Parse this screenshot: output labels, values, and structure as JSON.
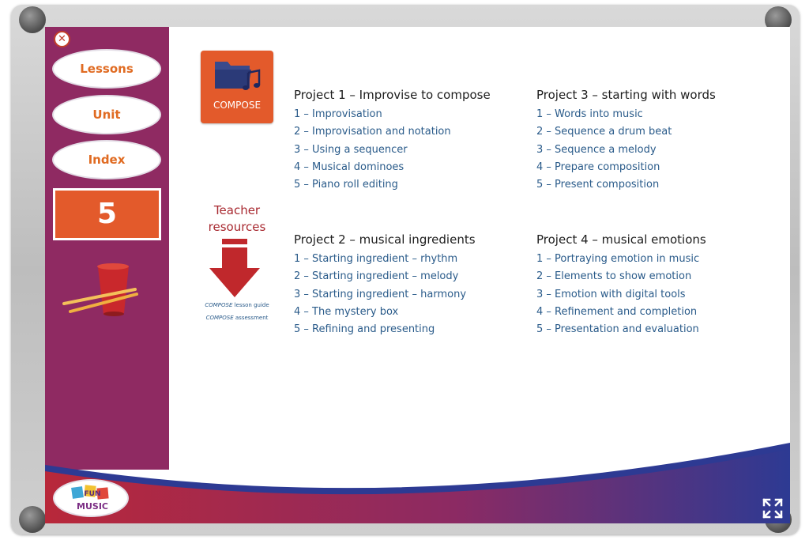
{
  "sidebar": {
    "close_symbol": "✕",
    "lessons_label": "Lessons",
    "unit_label": "Unit",
    "index_label": "Index",
    "year": "5"
  },
  "compose": {
    "label": "COMPOSE",
    "icon": "folder-music-icon"
  },
  "teacher_resources": {
    "title_line1": "Teacher",
    "title_line2": "resources",
    "guide_italic": "COMPOSE",
    "guide_text": " lesson guide",
    "assessment_italic": "COMPOSE",
    "assessment_text": " assessment"
  },
  "projects": [
    {
      "title": "Project 1 – Improvise to compose",
      "lessons": [
        "1 – Improvisation",
        "2 – Improvisation and notation",
        "3 – Using a sequencer",
        "4 – Musical dominoes",
        "5 – Piano roll editing"
      ]
    },
    {
      "title": "Project 2 – musical ingredients",
      "lessons": [
        "1 – Starting ingredient – rhythm",
        "2 – Starting ingredient – melody",
        "3 – Starting ingredient – harmony",
        "4 – The mystery box",
        "5 – Refining and presenting"
      ]
    },
    {
      "title": "Project 3 – starting with words",
      "lessons": [
        "1 – Words into music",
        "2 – Sequence a drum beat",
        "3 – Sequence a melody",
        "4 – Prepare composition",
        "5 – Present composition"
      ]
    },
    {
      "title": "Project 4 – musical emotions",
      "lessons": [
        "1 – Portraying emotion in music",
        "2 – Elements to show emotion",
        "3 – Emotion with digital tools",
        "4 – Refinement and completion",
        "5 – Presentation and evaluation"
      ]
    }
  ],
  "logo": {
    "line1": "FUN",
    "line2": "MUSIC"
  },
  "colors": {
    "sidebar": "#8f2a62",
    "accent_orange": "#e35a2b",
    "link_blue": "#2a5b8a",
    "band_red": "#b8283a",
    "band_blue": "#2d3a93"
  },
  "icons": {
    "close": "close-icon",
    "drum": "drum-icon",
    "arrow": "down-arrow-icon",
    "expand": "expand-icon"
  }
}
